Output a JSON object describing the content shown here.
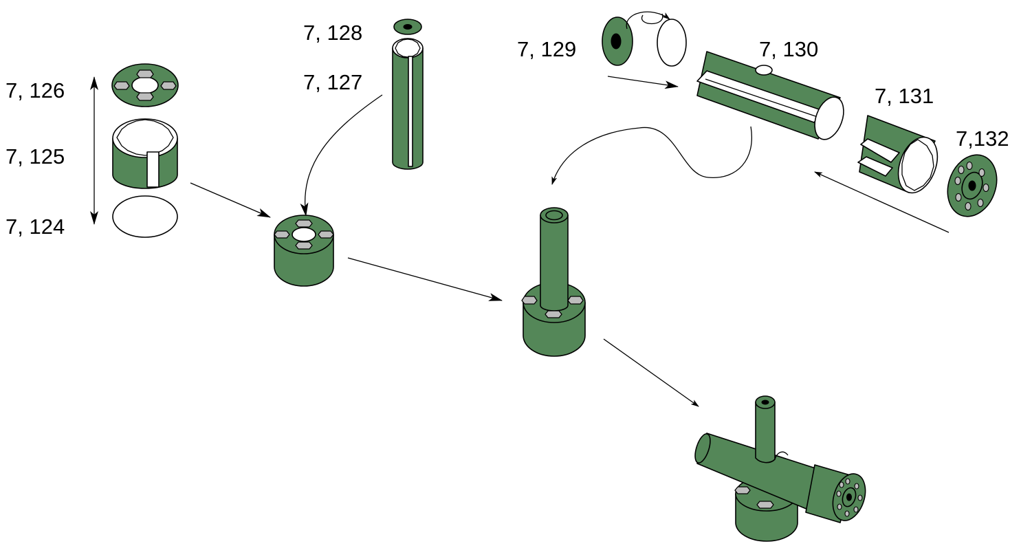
{
  "labels": {
    "p124": "7, 124",
    "p125": "7, 125",
    "p126": "7, 126",
    "p127": "7, 127",
    "p128": "7, 128",
    "p129": "7, 129",
    "p130": "7, 130",
    "p131": "7, 131",
    "p132": "7,132"
  },
  "colors": {
    "part_green": "#548758",
    "hex_grey": "#bdbdbd",
    "line": "#000000",
    "background": "#ffffff"
  }
}
